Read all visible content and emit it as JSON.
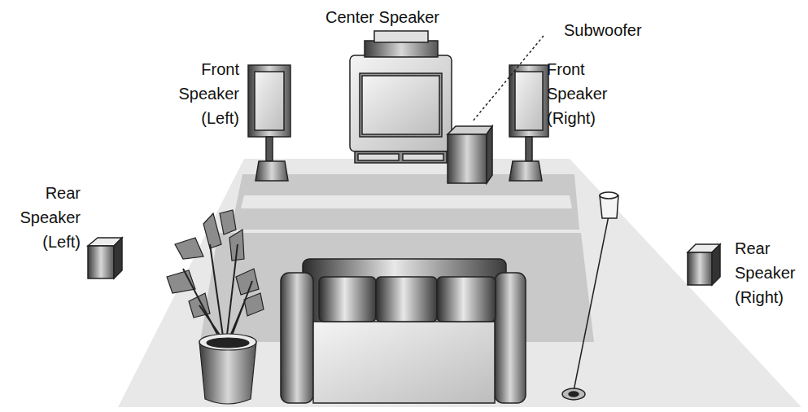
{
  "diagram": {
    "labels": [
      "Center Speaker",
      "Subwoofer",
      "Front Speaker (Left)",
      "Front Speaker (Right)",
      "Rear Speaker (Left)",
      "Rear Speaker (Right)"
    ]
  }
}
